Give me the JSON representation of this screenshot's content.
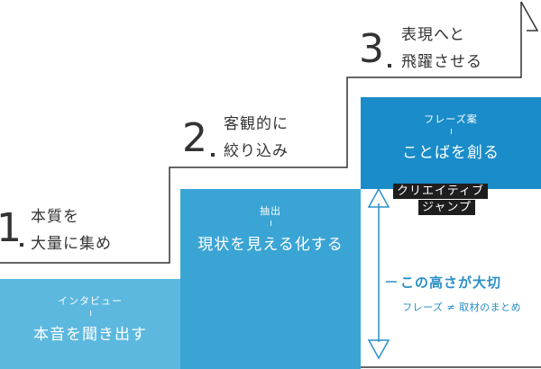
{
  "steps": [
    {
      "number": "1",
      "line1": "本質を",
      "line2": "大量に集め"
    },
    {
      "number": "2",
      "line1": "客観的に",
      "line2": "絞り込み"
    },
    {
      "number": "3",
      "line1": "表現へと",
      "line2": "飛躍させる"
    }
  ],
  "blocks": [
    {
      "small": "インタビュー",
      "main": "本音を聞き出す"
    },
    {
      "small": "抽出",
      "main": "現状を見える化する"
    },
    {
      "small": "フレーズ案",
      "main": "ことばを創る"
    }
  ],
  "badge": {
    "line1": "クリエイティブ",
    "line2": "ジャンプ"
  },
  "height_note": {
    "main": "この高さが大切",
    "sub": "フレーズ ≠ 取材のまとめ"
  },
  "colors": {
    "block1": "#5cb8df",
    "block2": "#3aa4d5",
    "block3": "#1a8cc9",
    "accent": "#2a8fc8",
    "line": "#333333"
  }
}
